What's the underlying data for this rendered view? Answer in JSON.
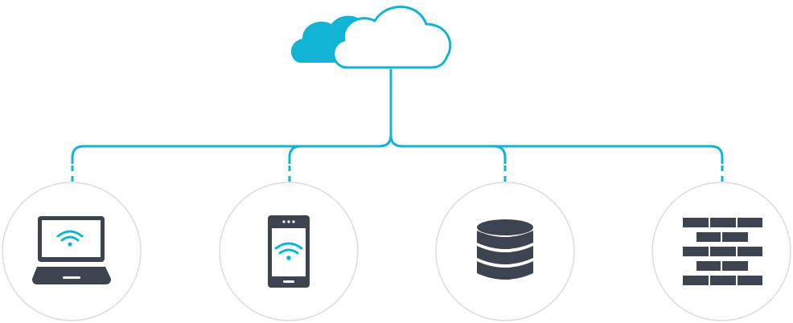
{
  "colors": {
    "accent": "#12b4d4",
    "icon_dark": "#3d4450",
    "node_border": "#dcdcdc",
    "background": "#ffffff"
  },
  "cloud": {
    "icon": "cloud-icon"
  },
  "nodes": [
    {
      "id": "laptop",
      "icon": "laptop-wifi-icon"
    },
    {
      "id": "phone",
      "icon": "smartphone-wifi-icon"
    },
    {
      "id": "database",
      "icon": "database-icon"
    },
    {
      "id": "firewall",
      "icon": "firewall-brick-wall-icon"
    }
  ]
}
